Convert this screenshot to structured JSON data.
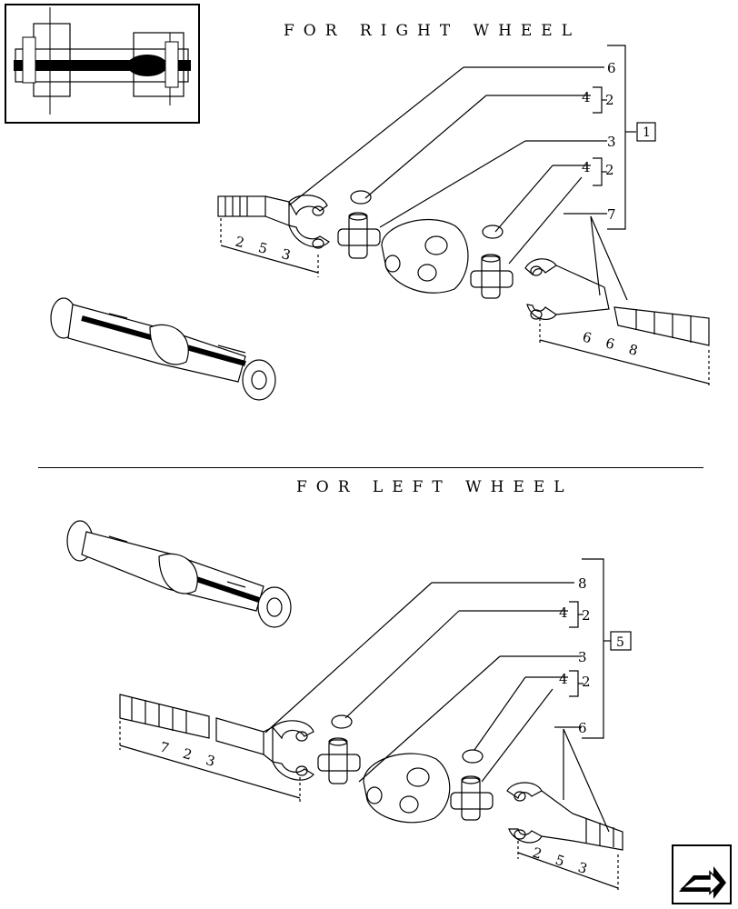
{
  "sections": {
    "right": {
      "title": "FOR RIGHT WHEEL",
      "callouts": [
        "6",
        "4",
        "2",
        "3",
        "4",
        "2",
        "7"
      ],
      "group_label": "1",
      "dims": [
        "2 5 3",
        "6 6 8"
      ]
    },
    "left": {
      "title": "FOR LEFT WHEEL",
      "callouts": [
        "8",
        "4",
        "2",
        "3",
        "4",
        "2",
        "6"
      ],
      "group_label": "5",
      "dims": [
        "7 2 3",
        "2 5 3"
      ]
    }
  },
  "icons": {
    "nav": "next-page-arrow-icon"
  }
}
